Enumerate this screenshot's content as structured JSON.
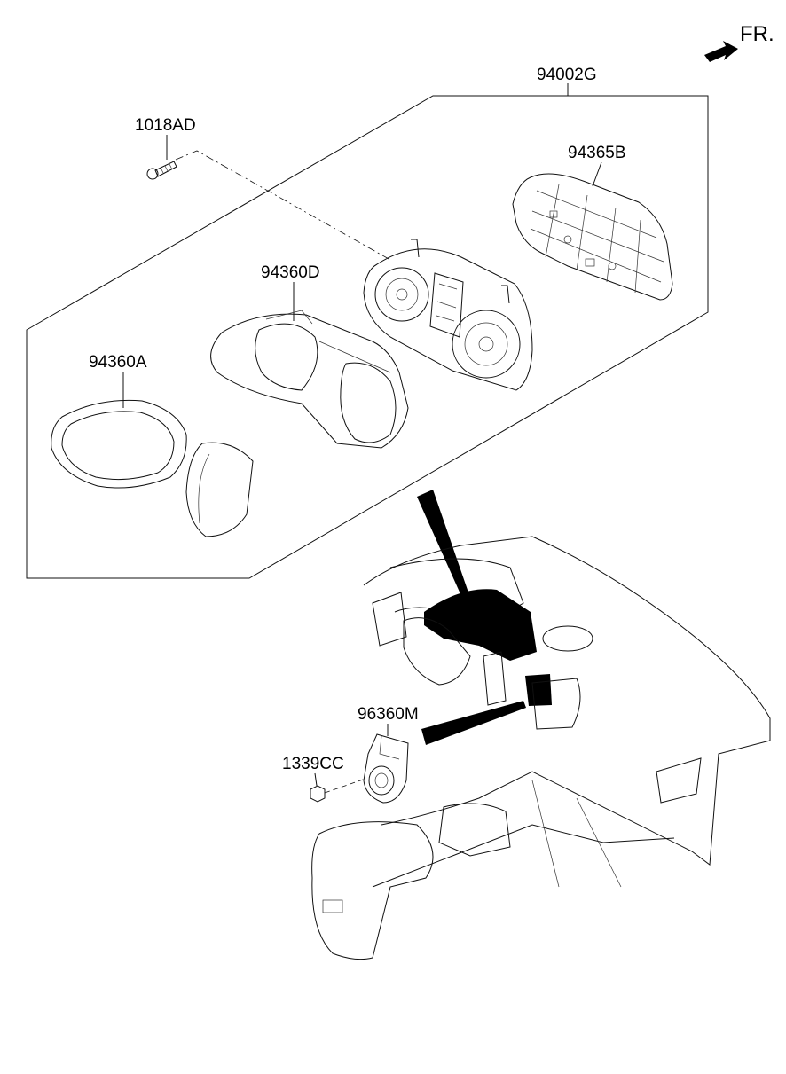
{
  "orientation": {
    "label": "FR."
  },
  "parts": {
    "assembly": "94002G",
    "screw": "1018AD",
    "back_cover": "94365B",
    "cluster_lens_hood": "94360D",
    "front_hood": "94360A",
    "switch_bracket": "96360M",
    "nut": "1339CC"
  }
}
